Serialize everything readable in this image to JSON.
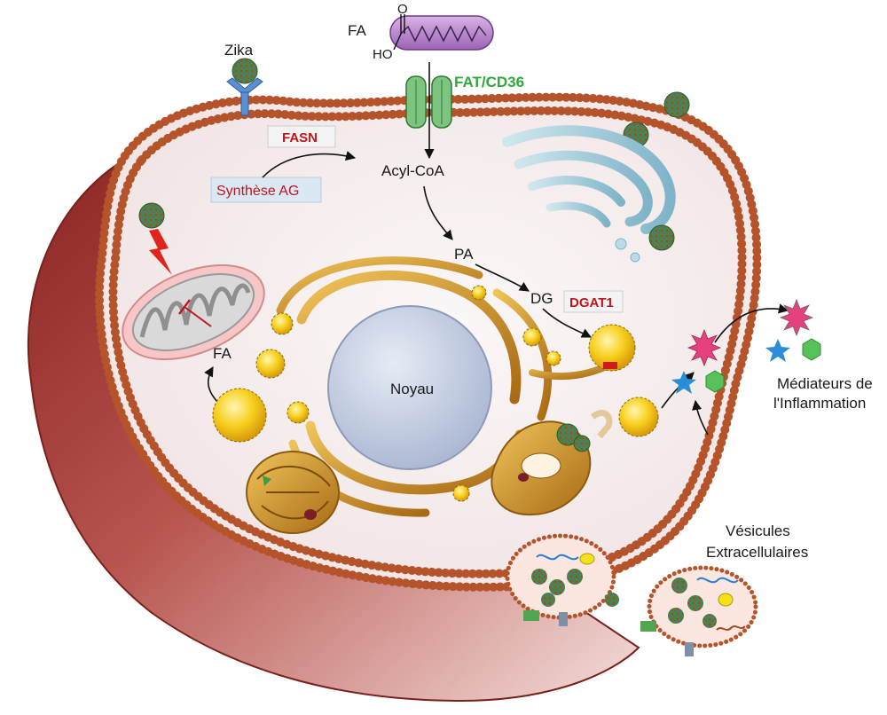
{
  "labels": {
    "fa_top": "FA",
    "carboxyl_o": "O",
    "carboxyl_ho": "HO",
    "zika": "Zika",
    "transporter": "FAT/CD36",
    "fasn": "FASN",
    "synthese": "Synthèse AG",
    "acyl_coa": "Acyl-CoA",
    "pa": "PA",
    "dg": "DG",
    "dgat1": "DGAT1",
    "fa_mito": "FA",
    "nucleus": "Noyau",
    "mediators_line1": "Médiateurs de",
    "mediators_line2": "l'Inflammation",
    "vesicles_line1": "Vésicules",
    "vesicles_line2": "Extracellulaires"
  },
  "colors": {
    "membrane_bead": "#b5532b",
    "cell_fill": "#f6efee",
    "cell_side": "#9c2f2a",
    "lipid_droplet": "#f5c319",
    "er_gold": "#c68a25",
    "nucleus": "#c3cce0",
    "virus": "#3f8a45",
    "transporter": "#7cc47f",
    "dgat1_marker": "#d11a1a"
  },
  "icons": {
    "virus": "zika-virus-icon",
    "receptor": "receptor-icon",
    "mitochondrion": "mitochondrion-icon",
    "golgi": "golgi-icon",
    "star_mediator": "star-icon",
    "hexagon_mediator": "hexagon-icon",
    "spiky_mediator": "spiky-star-icon"
  }
}
